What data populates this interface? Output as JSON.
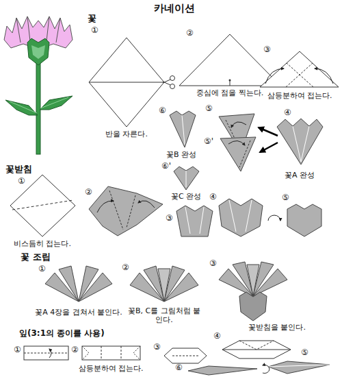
{
  "diagram": {
    "title": "카네이션",
    "labels": [
      "꽃",
      "①",
      "반을 자른다.",
      "②",
      "중심에 점을 찍는다.",
      "③",
      "삼등분하여 접는다.",
      "⑥",
      "⑤",
      "④",
      "⑤'",
      "⑥'",
      "꽃B 완성",
      "꽃A 완성",
      "꽃C 완성",
      "꽃받침",
      "①",
      "비스듬히 접는다.",
      "②",
      "③",
      "④",
      "⑤",
      "꽃 조립",
      "①",
      "꽃A 4장을 겹쳐서 붙인다.",
      "②",
      "꽃B, C를 그림처럼 붙인다.",
      "③",
      "꽃받침을 붙인다.",
      "잎(3:1의 종이를 사용)",
      "①",
      "②",
      "삼등분하여 접는다.",
      "③",
      "④",
      "⑤",
      "⑥"
    ]
  }
}
